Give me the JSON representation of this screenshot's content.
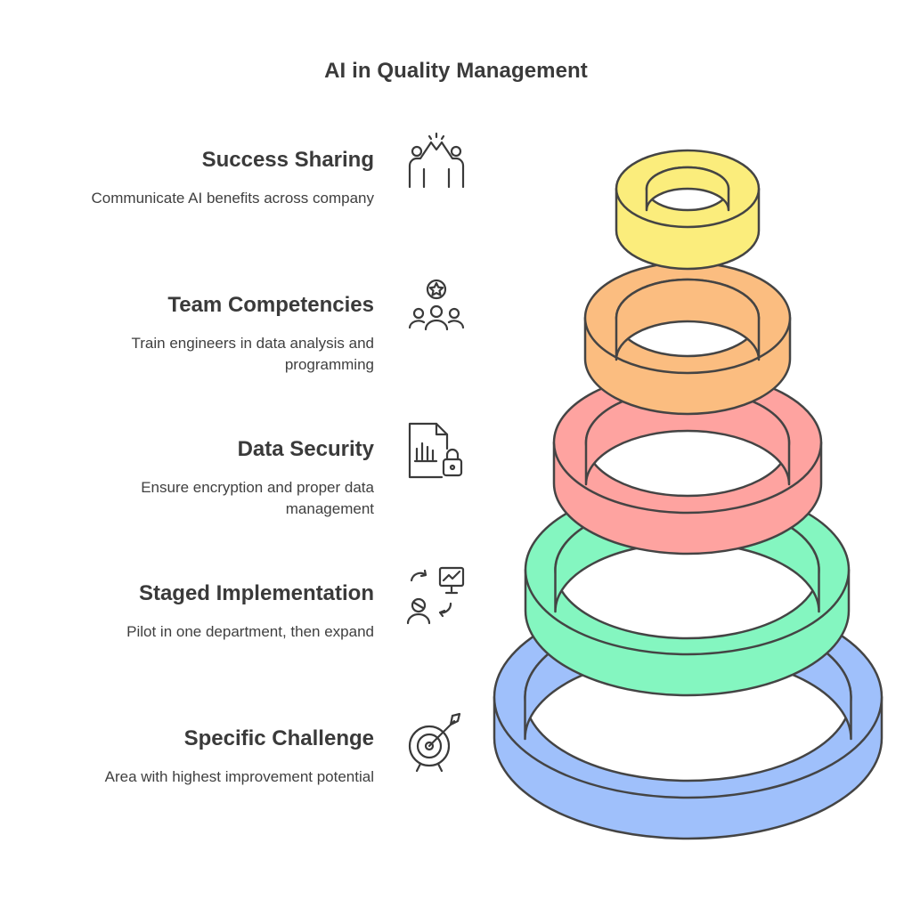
{
  "title": "AI in Quality Management",
  "stages": [
    {
      "name": "Success Sharing",
      "description": "Communicate AI benefits across company",
      "color": "#fbed7c",
      "icon": "high-five-people-icon"
    },
    {
      "name": "Team Competencies",
      "description": "Train engineers in data analysis and programming",
      "color": "#fbbd80",
      "icon": "team-star-icon"
    },
    {
      "name": "Data Security",
      "description": "Ensure encryption and proper data management",
      "color": "#fea3a0",
      "icon": "locked-report-icon"
    },
    {
      "name": "Staged Implementation",
      "description": "Pilot in one department, then expand",
      "color": "#84f6c0",
      "icon": "presentation-cycle-icon"
    },
    {
      "name": "Specific Challenge",
      "description": "Area with highest improvement potential",
      "color": "#9fc0fb",
      "icon": "target-arrow-icon"
    }
  ]
}
